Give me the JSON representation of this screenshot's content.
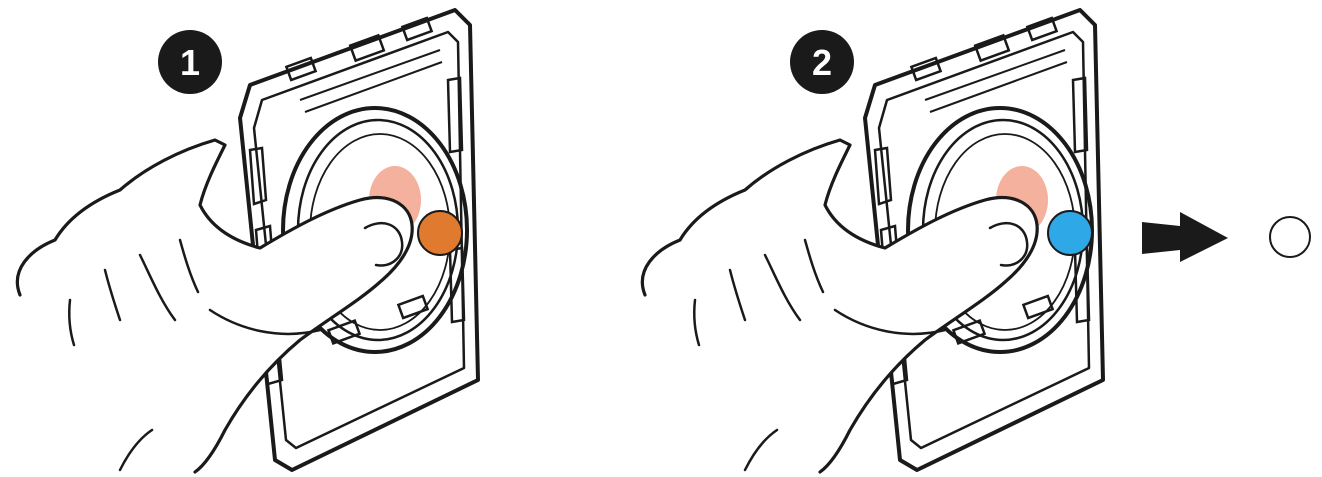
{
  "steps": [
    {
      "number": "1",
      "led_state": "orange",
      "led_color": "#E07A2E",
      "press_highlight_color": "#F2A38C"
    },
    {
      "number": "2",
      "led_state": "blue",
      "led_color": "#2EA8E6",
      "press_highlight_color": "#F2A38C",
      "transition_icon": "arrow-right-icon",
      "result_led_state": "off"
    }
  ],
  "colors": {
    "line": "#1a1a1a",
    "badge": "#1a1a1a",
    "background": "#ffffff"
  }
}
